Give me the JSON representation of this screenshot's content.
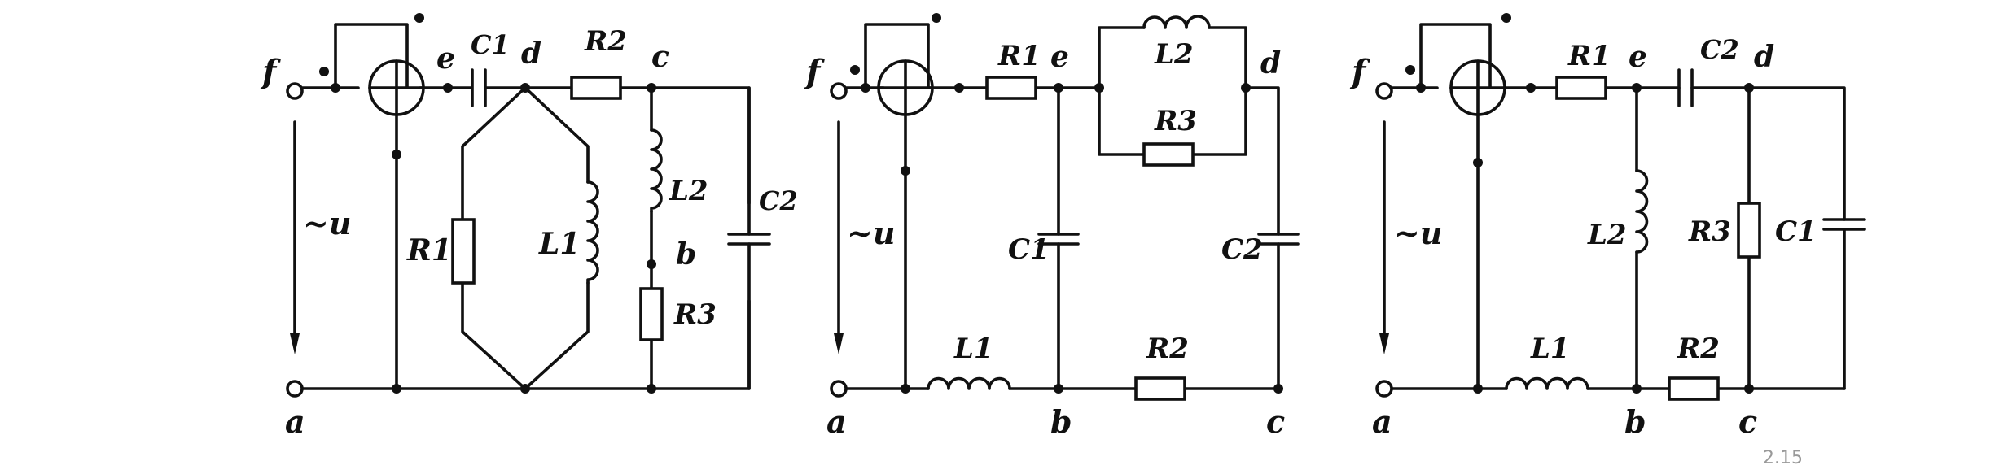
{
  "diagrams": [
    {
      "labels": {
        "f": "f",
        "a": "a",
        "u": "~u",
        "e": "e",
        "d": "d",
        "c": "c",
        "b": "b",
        "C1": "C1",
        "R2": "R2",
        "R1": "R1",
        "L1": "L1",
        "L2": "L2",
        "R3": "R3",
        "C2": "C2"
      }
    },
    {
      "labels": {
        "f": "f",
        "a": "a",
        "u": "~u",
        "e": "e",
        "d": "d",
        "b": "b",
        "c": "c",
        "R1": "R1",
        "L2": "L2",
        "R3": "R3",
        "C1": "C1",
        "C2": "C2",
        "L1": "L1",
        "R2": "R2"
      }
    },
    {
      "labels": {
        "f": "f",
        "a": "a",
        "u": "~u",
        "e": "e",
        "d": "d",
        "b": "b",
        "c": "c",
        "R1": "R1",
        "C2": "C2",
        "L2": "L2",
        "R3": "R3",
        "C1": "C1",
        "L1": "L1",
        "R2": "R2"
      }
    }
  ],
  "footnote": "2.15"
}
